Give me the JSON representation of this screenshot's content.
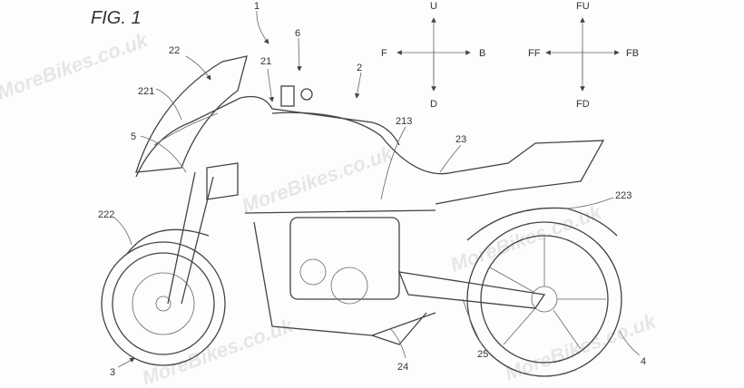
{
  "figure_title": "FIG. 1",
  "watermark": "MoreBikes.co.uk",
  "reference_numerals": {
    "motorcycle": "1",
    "body": "2",
    "front_wheel": "3",
    "rear_wheel": "4",
    "headlight": "5",
    "device": "6",
    "front_cover": "21",
    "screen": "22",
    "seat": "23",
    "engine_guard": "24",
    "swingarm": "25",
    "windscreen": "221",
    "front_fender": "222",
    "rear_fender": "223",
    "frame": "213"
  },
  "direction_legend": {
    "vehicle": {
      "up": "U",
      "down": "D",
      "front": "F",
      "back": "B"
    },
    "frame": {
      "up": "FU",
      "down": "FD",
      "front": "FF",
      "back": "FB"
    }
  }
}
